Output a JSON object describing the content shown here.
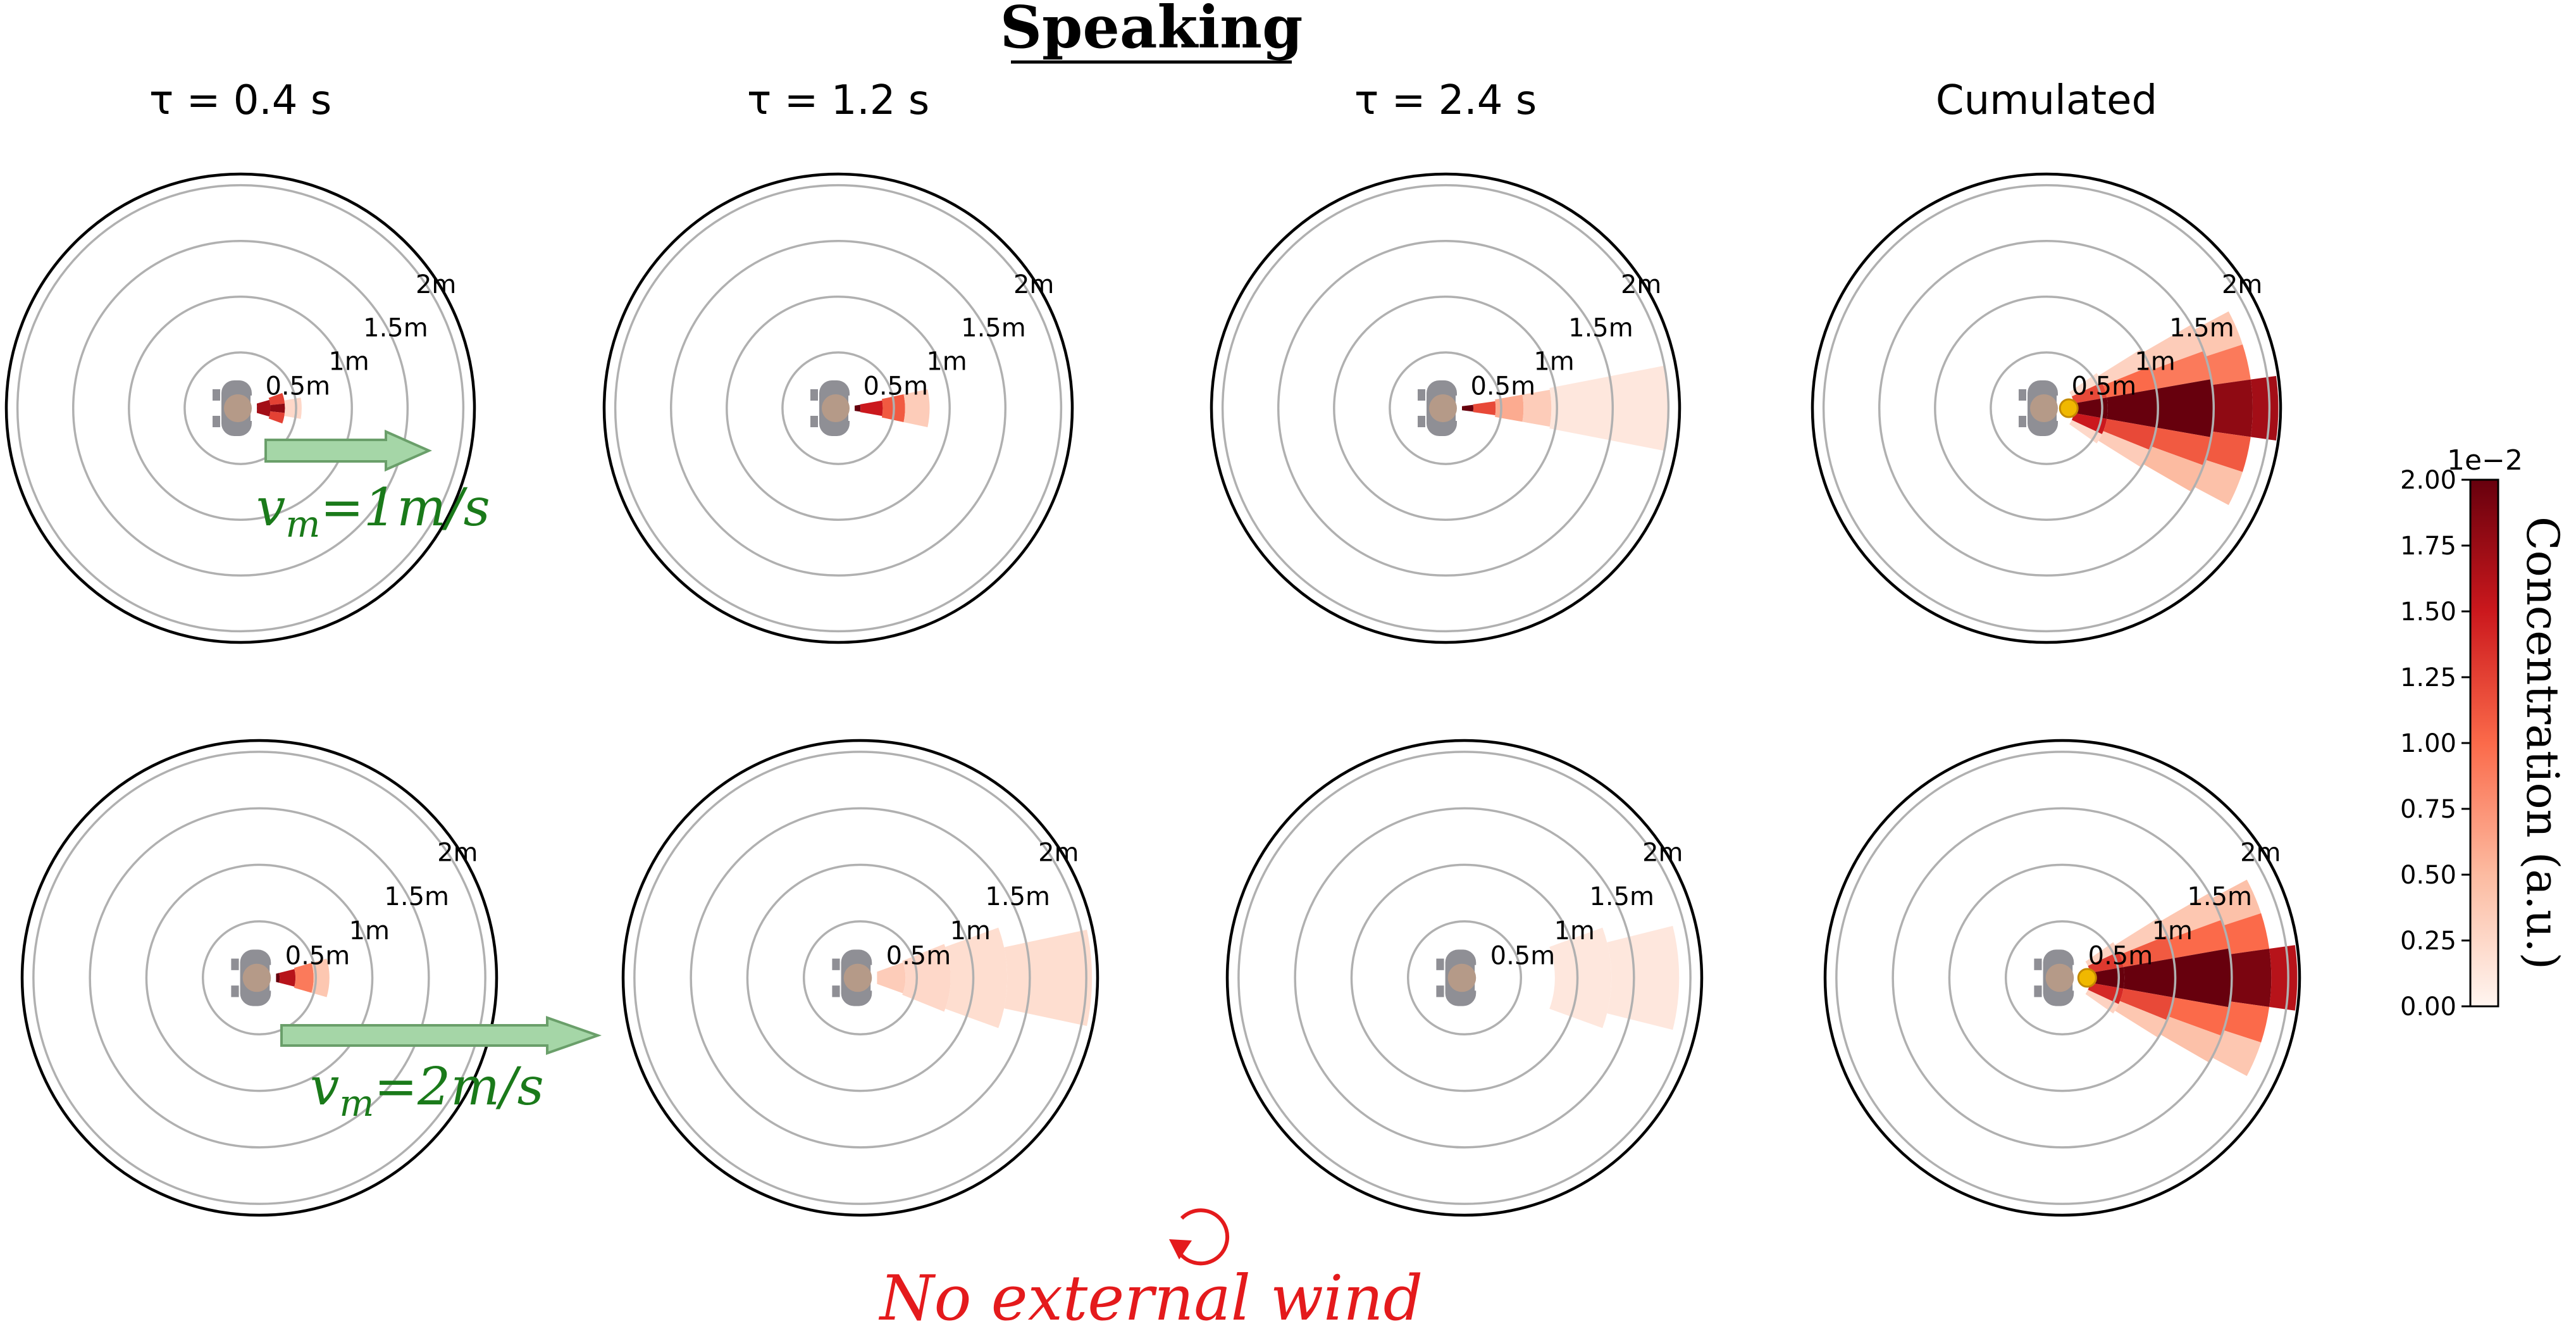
{
  "title": "Speaking",
  "column_titles": [
    "τ = 0.4 s",
    "τ = 1.2 s",
    "τ = 2.4 s",
    "Cumulated"
  ],
  "ring_labels": [
    "0.5m",
    "1m",
    "1.5m",
    "2m"
  ],
  "speed_labels": [
    "v_m=1m/s",
    "v_m=2m/s"
  ],
  "footer_label": "No external wind",
  "colors": {
    "cmap": [
      "#fff5f0",
      "#fcbba1",
      "#fb6a4a",
      "#cb181d",
      "#67000d"
    ],
    "arrow_fill": "#a5d6a7",
    "arrow_stroke": "#6a9f6a",
    "speed_text": "#1a7a1a",
    "footer_text": "#e41a1c",
    "person": "#8f8f95",
    "head": "#b59a88",
    "source_dot": "#f0b800"
  },
  "colorbar": {
    "label": "Concentration (a.u.)",
    "exponent_label": "1e−2",
    "ticks": [
      "0.00",
      "0.25",
      "0.50",
      "0.75",
      "1.00",
      "1.25",
      "1.50",
      "1.75",
      "2.00"
    ],
    "range": [
      0,
      2
    ]
  },
  "chart_data": [
    {
      "type": "polar",
      "id": "r1c1",
      "title": "τ = 0.4 s",
      "speed": "1 m/s",
      "rmax": 2.1,
      "rings": [
        0.5,
        1,
        1.5,
        2
      ],
      "bins": [
        {
          "r0": 0.04,
          "r1": 0.15,
          "a0": -14,
          "a1": 14,
          "c": 2.0
        },
        {
          "r0": 0.15,
          "r1": 0.27,
          "a0": -16,
          "a1": 16,
          "c": 1.7
        },
        {
          "r0": 0.27,
          "r1": 0.4,
          "a0": -20,
          "a1": -6,
          "c": 1.25
        },
        {
          "r0": 0.27,
          "r1": 0.4,
          "a0": -6,
          "a1": 6,
          "c": 1.8
        },
        {
          "r0": 0.27,
          "r1": 0.4,
          "a0": 6,
          "a1": 20,
          "c": 1.25
        },
        {
          "r0": 0.4,
          "r1": 0.55,
          "a0": -10,
          "a1": 10,
          "c": 0.25
        }
      ]
    },
    {
      "type": "polar",
      "id": "r1c2",
      "title": "τ = 1.2 s",
      "speed": "1 m/s",
      "rmax": 2.1,
      "rings": [
        0.5,
        1,
        1.5,
        2
      ],
      "bins": [
        {
          "r0": 0.04,
          "r1": 0.2,
          "a0": -9,
          "a1": 9,
          "c": 2.0
        },
        {
          "r0": 0.2,
          "r1": 0.4,
          "a0": -10,
          "a1": 10,
          "c": 1.5
        },
        {
          "r0": 0.4,
          "r1": 0.6,
          "a0": -12,
          "a1": 12,
          "c": 1.1
        },
        {
          "r0": 0.6,
          "r1": 0.82,
          "a0": -12,
          "a1": 12,
          "c": 0.35
        }
      ]
    },
    {
      "type": "polar",
      "id": "r1c3",
      "title": "τ = 2.4 s",
      "speed": "1 m/s",
      "rmax": 2.1,
      "rings": [
        0.5,
        1,
        1.5,
        2
      ],
      "bins": [
        {
          "r0": 0.04,
          "r1": 0.25,
          "a0": -7,
          "a1": 7,
          "c": 2.0
        },
        {
          "r0": 0.25,
          "r1": 0.45,
          "a0": -8,
          "a1": 8,
          "c": 1.2
        },
        {
          "r0": 0.45,
          "r1": 0.7,
          "a0": -10,
          "a1": 10,
          "c": 0.6
        },
        {
          "r0": 0.7,
          "r1": 0.95,
          "a0": -10,
          "a1": 10,
          "c": 0.35
        },
        {
          "r0": 0.95,
          "r1": 2.0,
          "a0": -11,
          "a1": 11,
          "c": 0.12
        }
      ]
    },
    {
      "type": "polar",
      "id": "r1c4",
      "title": "Cumulated",
      "speed": "1 m/s",
      "rmax": 2.1,
      "rings": [
        0.5,
        1,
        1.5,
        2
      ],
      "source_dot": {
        "r": 0.2,
        "theta": 0
      },
      "bins": [
        {
          "r0": 0.05,
          "r1": 0.25,
          "a0": -18,
          "a1": 18,
          "c": 2.0
        },
        {
          "r0": 0.25,
          "r1": 0.55,
          "a0": -35,
          "a1": -25,
          "c": 0.2
        },
        {
          "r0": 0.25,
          "r1": 0.55,
          "a0": -25,
          "a1": -10,
          "c": 1.2
        },
        {
          "r0": 0.25,
          "r1": 0.55,
          "a0": -10,
          "a1": 10,
          "c": 2.0
        },
        {
          "r0": 0.25,
          "r1": 0.55,
          "a0": 10,
          "a1": 25,
          "c": 1.5
        },
        {
          "r0": 0.25,
          "r1": 0.55,
          "a0": 25,
          "a1": 35,
          "c": 0.25
        },
        {
          "r0": 0.55,
          "r1": 1.0,
          "a0": -32,
          "a1": -22,
          "c": 0.3
        },
        {
          "r0": 0.55,
          "r1": 1.0,
          "a0": -22,
          "a1": -10,
          "c": 1.0
        },
        {
          "r0": 0.55,
          "r1": 1.0,
          "a0": -10,
          "a1": 10,
          "c": 2.0
        },
        {
          "r0": 0.55,
          "r1": 1.0,
          "a0": 10,
          "a1": 22,
          "c": 1.2
        },
        {
          "r0": 0.55,
          "r1": 1.0,
          "a0": 22,
          "a1": 32,
          "c": 0.35
        },
        {
          "r0": 1.0,
          "r1": 1.5,
          "a0": -30,
          "a1": -20,
          "c": 0.35
        },
        {
          "r0": 1.0,
          "r1": 1.5,
          "a0": -20,
          "a1": -10,
          "c": 0.9
        },
        {
          "r0": 1.0,
          "r1": 1.5,
          "a0": -10,
          "a1": 10,
          "c": 2.0
        },
        {
          "r0": 1.0,
          "r1": 1.5,
          "a0": 10,
          "a1": 20,
          "c": 1.1
        },
        {
          "r0": 1.0,
          "r1": 1.5,
          "a0": 20,
          "a1": 30,
          "c": 0.5
        },
        {
          "r0": 1.5,
          "r1": 1.85,
          "a0": -28,
          "a1": -18,
          "c": 0.4
        },
        {
          "r0": 1.5,
          "r1": 1.85,
          "a0": -18,
          "a1": -8,
          "c": 0.9
        },
        {
          "r0": 1.5,
          "r1": 1.85,
          "a0": -8,
          "a1": 8,
          "c": 1.8
        },
        {
          "r0": 1.5,
          "r1": 1.85,
          "a0": 8,
          "a1": 18,
          "c": 1.1
        },
        {
          "r0": 1.5,
          "r1": 1.85,
          "a0": 18,
          "a1": 28,
          "c": 0.45
        },
        {
          "r0": 1.85,
          "r1": 2.08,
          "a0": -8,
          "a1": 8,
          "c": 1.7
        }
      ]
    },
    {
      "type": "polar",
      "id": "r2c1",
      "title": "τ = 0.4 s",
      "speed": "2 m/s",
      "rmax": 2.1,
      "rings": [
        0.5,
        1,
        1.5,
        2
      ],
      "bins": [
        {
          "r0": 0.04,
          "r1": 0.18,
          "a0": -14,
          "a1": 14,
          "c": 2.0
        },
        {
          "r0": 0.18,
          "r1": 0.32,
          "a0": -14,
          "a1": 14,
          "c": 1.6
        },
        {
          "r0": 0.32,
          "r1": 0.48,
          "a0": -16,
          "a1": 16,
          "c": 0.9
        },
        {
          "r0": 0.48,
          "r1": 0.62,
          "a0": -16,
          "a1": 16,
          "c": 0.4
        }
      ]
    },
    {
      "type": "polar",
      "id": "r2c2",
      "title": "τ = 1.2 s",
      "speed": "2 m/s",
      "rmax": 2.1,
      "rings": [
        0.5,
        1,
        1.5,
        2
      ],
      "bins": [
        {
          "r0": 0.04,
          "r1": 0.4,
          "a0": -20,
          "a1": 20,
          "c": 0.35
        },
        {
          "r0": 0.4,
          "r1": 0.8,
          "a0": -22,
          "a1": 22,
          "c": 0.25
        },
        {
          "r0": 0.8,
          "r1": 1.3,
          "a0": -20,
          "a1": 20,
          "c": 0.2
        },
        {
          "r0": 1.3,
          "r1": 2.05,
          "a0": -12,
          "a1": 12,
          "c": 0.2
        }
      ]
    },
    {
      "type": "polar",
      "id": "r2c3",
      "title": "τ = 2.4 s",
      "speed": "2 m/s",
      "rmax": 2.1,
      "rings": [
        0.5,
        1,
        1.5,
        2
      ],
      "bins": [
        {
          "r0": 0.8,
          "r1": 1.3,
          "a0": -20,
          "a1": 20,
          "c": 0.12
        },
        {
          "r0": 1.3,
          "r1": 1.9,
          "a0": -14,
          "a1": 14,
          "c": 0.12
        }
      ]
    },
    {
      "type": "polar",
      "id": "r2c4",
      "title": "Cumulated",
      "speed": "2 m/s",
      "rmax": 2.1,
      "rings": [
        0.5,
        1,
        1.5,
        2
      ],
      "source_dot": {
        "r": 0.22,
        "theta": 0
      },
      "bins": [
        {
          "r0": 0.05,
          "r1": 0.25,
          "a0": -18,
          "a1": 18,
          "c": 2.0
        },
        {
          "r0": 0.25,
          "r1": 0.55,
          "a0": -35,
          "a1": -25,
          "c": 0.3
        },
        {
          "r0": 0.25,
          "r1": 0.55,
          "a0": -25,
          "a1": -10,
          "c": 1.3
        },
        {
          "r0": 0.25,
          "r1": 0.55,
          "a0": -10,
          "a1": 10,
          "c": 2.0
        },
        {
          "r0": 0.25,
          "r1": 0.55,
          "a0": 10,
          "a1": 25,
          "c": 1.4
        },
        {
          "r0": 0.25,
          "r1": 0.55,
          "a0": 25,
          "a1": 35,
          "c": 0.3
        },
        {
          "r0": 0.55,
          "r1": 1.0,
          "a0": -32,
          "a1": -22,
          "c": 0.35
        },
        {
          "r0": 0.55,
          "r1": 1.0,
          "a0": -22,
          "a1": -10,
          "c": 1.1
        },
        {
          "r0": 0.55,
          "r1": 1.0,
          "a0": -10,
          "a1": 10,
          "c": 2.0
        },
        {
          "r0": 0.55,
          "r1": 1.0,
          "a0": 10,
          "a1": 22,
          "c": 1.2
        },
        {
          "r0": 0.55,
          "r1": 1.0,
          "a0": 22,
          "a1": 32,
          "c": 0.4
        },
        {
          "r0": 1.0,
          "r1": 1.5,
          "a0": -30,
          "a1": -20,
          "c": 0.4
        },
        {
          "r0": 1.0,
          "r1": 1.5,
          "a0": -20,
          "a1": -10,
          "c": 1.0
        },
        {
          "r0": 1.0,
          "r1": 1.5,
          "a0": -10,
          "a1": 10,
          "c": 2.0
        },
        {
          "r0": 1.0,
          "r1": 1.5,
          "a0": 10,
          "a1": 20,
          "c": 1.0
        },
        {
          "r0": 1.0,
          "r1": 1.5,
          "a0": 20,
          "a1": 30,
          "c": 0.45
        },
        {
          "r0": 1.5,
          "r1": 1.85,
          "a0": -28,
          "a1": -18,
          "c": 0.45
        },
        {
          "r0": 1.5,
          "r1": 1.85,
          "a0": -18,
          "a1": -8,
          "c": 1.0
        },
        {
          "r0": 1.5,
          "r1": 1.85,
          "a0": -8,
          "a1": 8,
          "c": 1.9
        },
        {
          "r0": 1.5,
          "r1": 1.85,
          "a0": 8,
          "a1": 18,
          "c": 1.0
        },
        {
          "r0": 1.5,
          "r1": 1.85,
          "a0": 18,
          "a1": 28,
          "c": 0.4
        },
        {
          "r0": 1.85,
          "r1": 2.08,
          "a0": -8,
          "a1": 8,
          "c": 1.6
        }
      ]
    }
  ]
}
